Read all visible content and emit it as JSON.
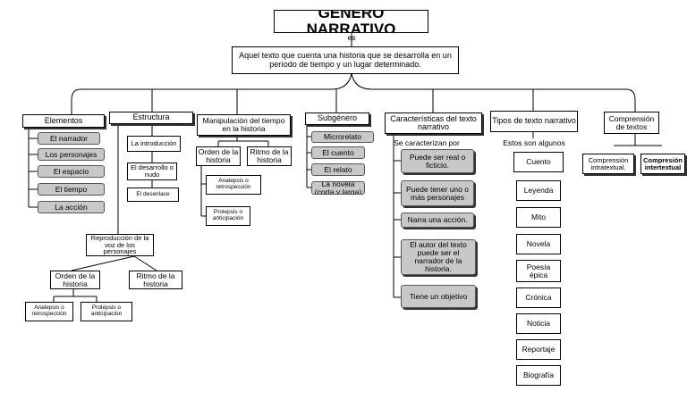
{
  "title": "GÉNERO NARRATIVO",
  "connector_es": "es",
  "definition": "Aquel texto que cuenta una historia que se desarrolla en un período de tiempo y un lugar determinado.",
  "elementos": {
    "label": "Elementos",
    "items": [
      "El narrador",
      "Los personajes",
      "El espacio",
      "El tiempo",
      "La acción"
    ]
  },
  "estructura": {
    "label": "Estructura",
    "items": [
      "La introducción",
      "El desarrollo o nudo",
      "El desenlace"
    ],
    "reproduccion": "Reproducción de la voz de los personajes",
    "orden": "Orden de la historia",
    "ritmo": "Ritmo de la historia",
    "analepsis": "Analepsis o retrospección",
    "prolepsis": "Prolepsis o anticipación"
  },
  "manipulacion": {
    "label": "Manipulación del tiempo en la historia",
    "orden": "Orden de la historia",
    "ritmo": "Ritmo de la historia",
    "analepsis": "Analepsis o retrospección",
    "prolepsis": "Prolepsis o anticipación"
  },
  "subgenero": {
    "label": "Subgénero",
    "items": [
      "Microrelato",
      "El cuento",
      "El relato",
      "La novela (corta y larga)"
    ]
  },
  "caracteristicas": {
    "label": "Características del texto narrativo",
    "connector": "Se caracterizan por",
    "items": [
      "Puede ser real o ficticio.",
      "Puede tener uno o más personajes",
      "Narra una acción.",
      "El autor del texto puede ser el narrador de la historia.",
      "Tiene un objetivo"
    ]
  },
  "tipos": {
    "label": "Tipos de texto narrativo",
    "connector": "Estos son algunos",
    "items": [
      "Cuento",
      "Leyenda",
      "Mito",
      "Novela",
      "Poesía épica",
      "Crónica",
      "Noticia",
      "Reportaje",
      "Biografía"
    ]
  },
  "comprension": {
    "label": "Comprensión de textos",
    "items": [
      "Comprensión intratextual.",
      "Compresión intertextual"
    ]
  }
}
